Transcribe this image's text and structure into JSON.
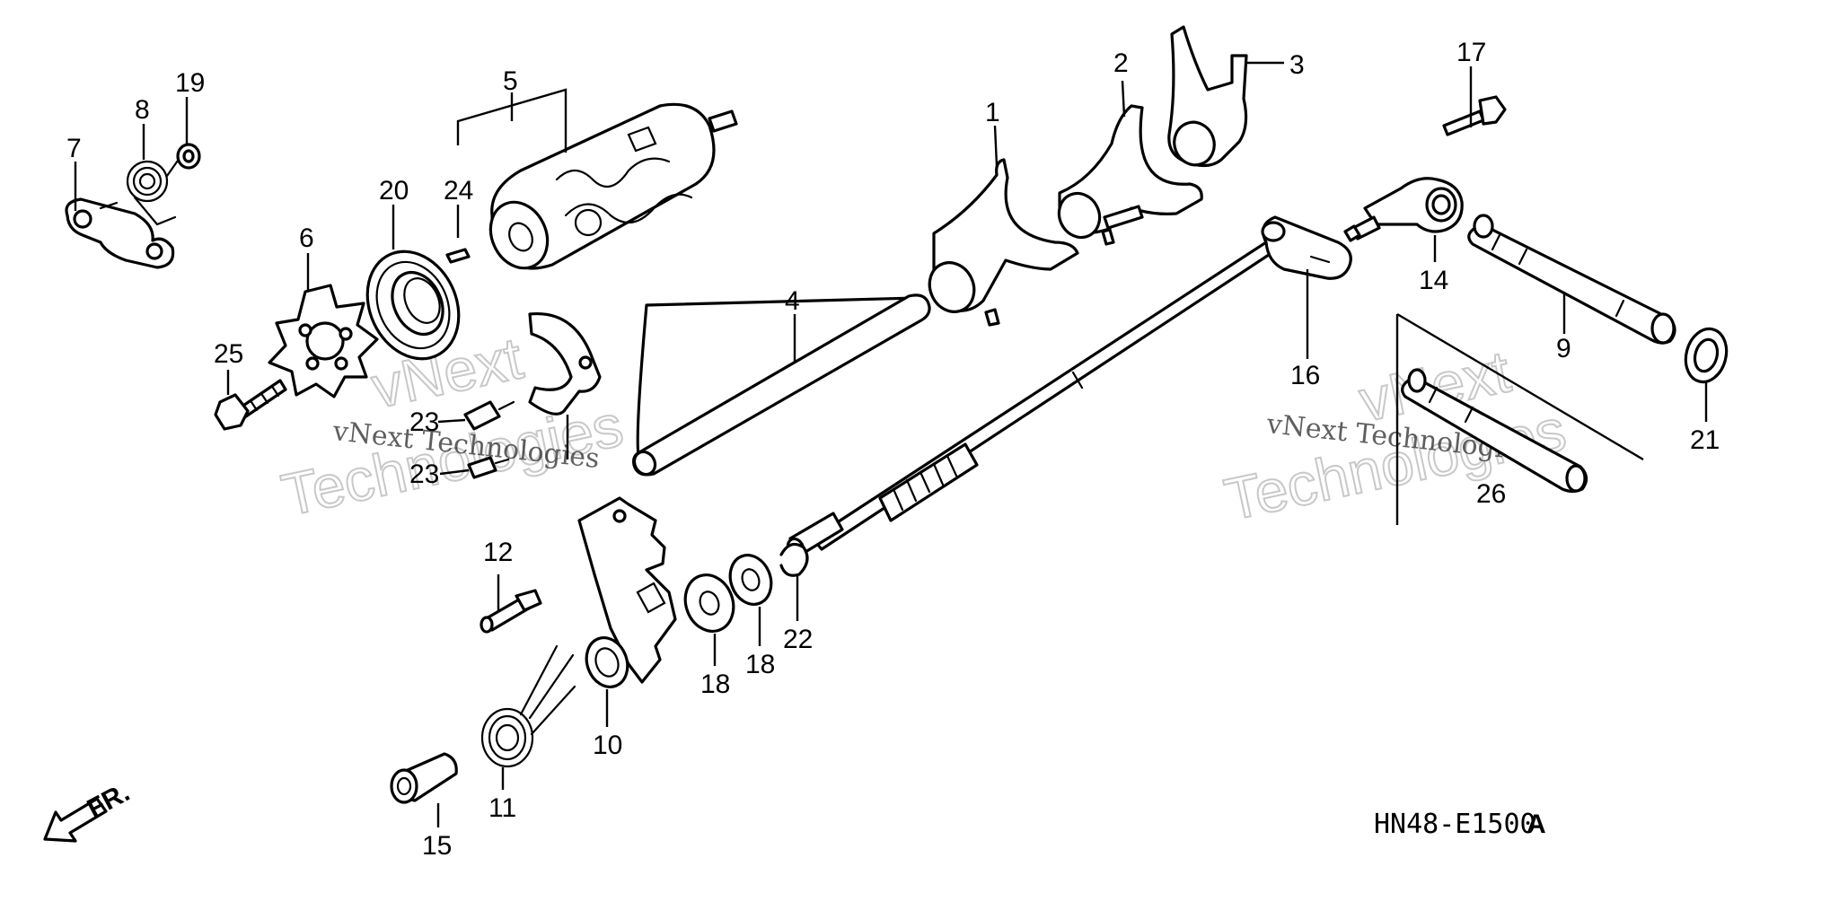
{
  "diagram": {
    "drawing_code": "HN48-E1500",
    "drawing_code_suffix": "A",
    "direction_label": "FR.",
    "watermark": {
      "text_small": "vNext Technologies",
      "text_big_1": "vNext",
      "text_big_2": "Technologies"
    },
    "callouts": [
      {
        "id": "1",
        "label": "1"
      },
      {
        "id": "2",
        "label": "2"
      },
      {
        "id": "3",
        "label": "3"
      },
      {
        "id": "4",
        "label": "4"
      },
      {
        "id": "5",
        "label": "5"
      },
      {
        "id": "6",
        "label": "6"
      },
      {
        "id": "7",
        "label": "7"
      },
      {
        "id": "8",
        "label": "8"
      },
      {
        "id": "9",
        "label": "9"
      },
      {
        "id": "10",
        "label": "10"
      },
      {
        "id": "11",
        "label": "11"
      },
      {
        "id": "12",
        "label": "12"
      },
      {
        "id": "14",
        "label": "14"
      },
      {
        "id": "15",
        "label": "15"
      },
      {
        "id": "16",
        "label": "16"
      },
      {
        "id": "17",
        "label": "17"
      },
      {
        "id": "18a",
        "label": "18"
      },
      {
        "id": "18b",
        "label": "18"
      },
      {
        "id": "19",
        "label": "19"
      },
      {
        "id": "20",
        "label": "20"
      },
      {
        "id": "21",
        "label": "21"
      },
      {
        "id": "22",
        "label": "22"
      },
      {
        "id": "23a",
        "label": "23"
      },
      {
        "id": "23b",
        "label": "23"
      },
      {
        "id": "24",
        "label": "24"
      },
      {
        "id": "25",
        "label": "25"
      },
      {
        "id": "26",
        "label": "26"
      }
    ]
  }
}
